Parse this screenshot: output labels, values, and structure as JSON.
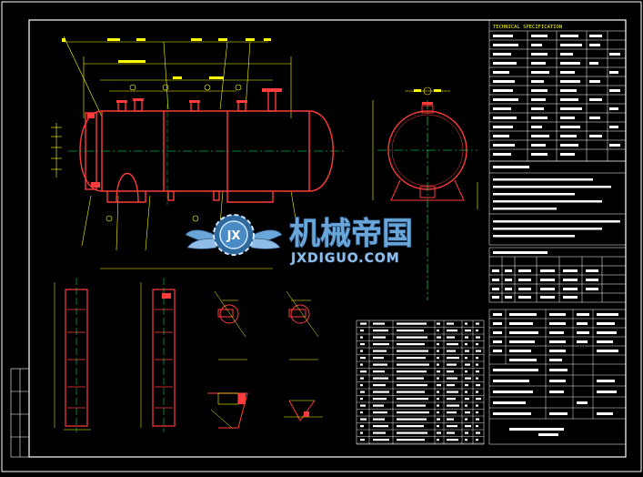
{
  "watermark": {
    "brand_cn": "机械帝国",
    "brand_url": "JXDIGUO.COM",
    "logo_letters": "JX"
  },
  "drawing": {
    "spec_header": "TECHNICAL SPECIFICATION",
    "colors": {
      "background": "#000000",
      "frame": "#ffffff",
      "vessel": "#ff3b3b",
      "dimension": "#ffff00",
      "centerline": "#00ff66",
      "table_text": "#ffffff",
      "watermark_blue": "#6aa7d8"
    }
  }
}
